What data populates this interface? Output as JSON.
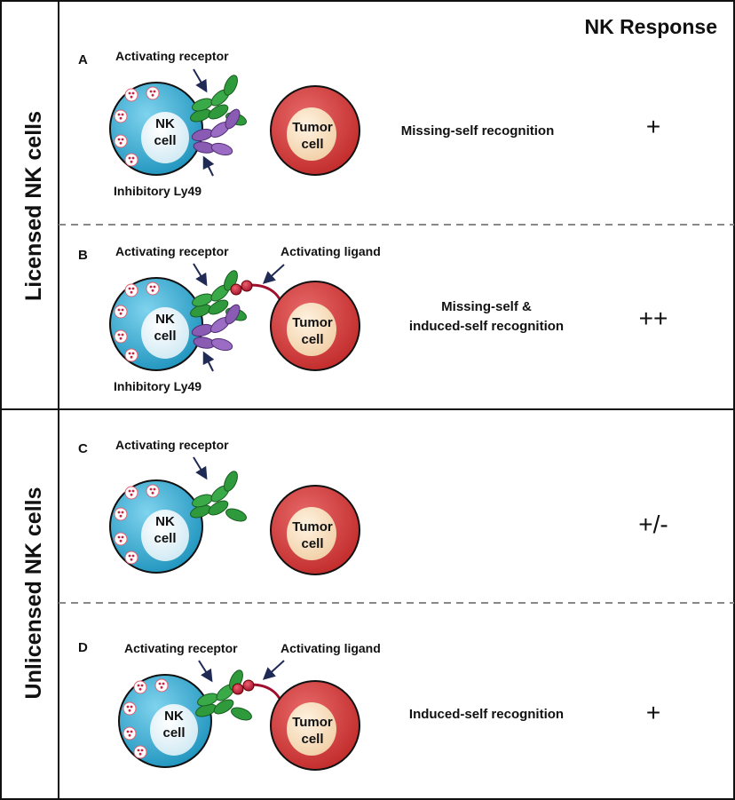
{
  "header": {
    "title": "NK Response"
  },
  "groups": [
    {
      "label": "Licensed NK cells"
    },
    {
      "label": "Unlicensed NK cells"
    }
  ],
  "cells": {
    "nk_line1": "NK",
    "nk_line2": "cell",
    "tumor_line1": "Tumor",
    "tumor_line2": "cell"
  },
  "panels": [
    {
      "letter": "A",
      "activating_receptor": "Activating receptor",
      "inhibitory": "Inhibitory Ly49",
      "recognition": [
        "Missing-self recognition"
      ],
      "response": "+"
    },
    {
      "letter": "B",
      "activating_receptor": "Activating receptor",
      "activating_ligand": "Activating ligand",
      "inhibitory": "Inhibitory Ly49",
      "recognition": [
        "Missing-self &",
        "induced-self recognition"
      ],
      "response": "++"
    },
    {
      "letter": "C",
      "activating_receptor": "Activating receptor",
      "response": "+/-"
    },
    {
      "letter": "D",
      "activating_receptor": "Activating receptor",
      "activating_ligand": "Activating ligand",
      "recognition": [
        "Induced-self recognition"
      ],
      "response": "+"
    }
  ],
  "colors": {
    "nk_cell": "#2fa9cf",
    "tumor_cell": "#d63a3a",
    "activating_receptor": "#2e9a3c",
    "inhibitory_receptor": "#8a5bb3",
    "ligand": "#c0143c",
    "arrow": "#1f2a55",
    "divider": "#888888"
  }
}
